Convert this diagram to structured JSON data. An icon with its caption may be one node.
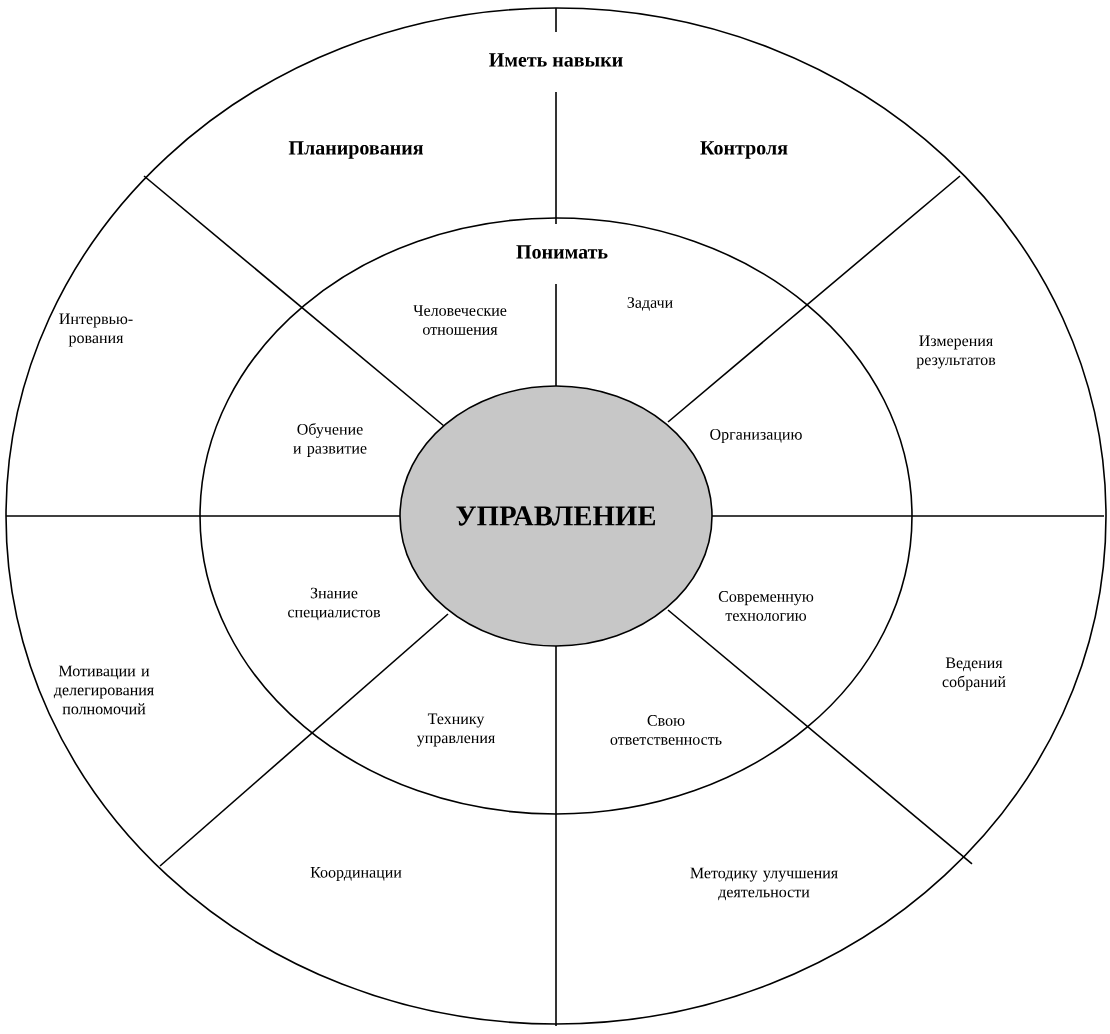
{
  "diagram": {
    "nodes": [
      {
        "text": [
          "Иметь навыки"
        ]
      },
      {
        "text": [
          "Понимать"
        ],
        "in": 0
      },
      {
        "text": [
          "УПРАВЛЕНИЕ"
        ],
        "in": 1
      }
    ],
    "labels": [
      "Планирования",
      "Контроля",
      "Человеческие отношения",
      "Задачи",
      "Интервью-рования",
      "Измерения результатов",
      "Обучение и развитие",
      "Организацию",
      "Знание специалистов",
      "Современную технологию",
      "Мотивации и делегирования полномочий",
      "Ведения собраний",
      "Технику управления",
      "Свою ответственность",
      "Координации",
      "Методику улучшения деятельности"
    ]
  }
}
